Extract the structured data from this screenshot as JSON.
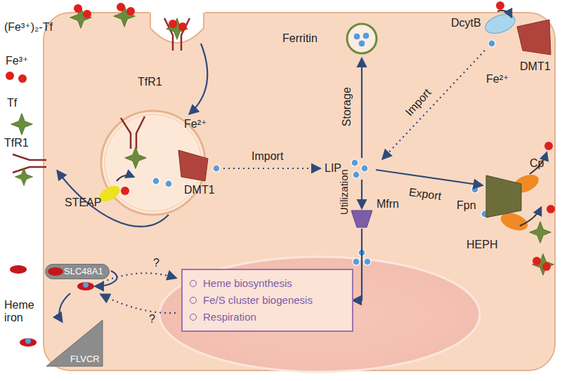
{
  "diagram": {
    "nodes": [
      {
        "text": [
          "Ferritin"
        ]
      },
      {
        "text": [
          "Mfrn"
        ]
      },
      {
        "text": [
          "Heme biosynthesis",
          "Fe/S cluster biogenesis",
          "Respiration"
        ]
      },
      {
        "text": [
          "SLC48A1"
        ]
      },
      {
        "text": [
          "FLVCR"
        ]
      }
    ],
    "edges": [
      {
        "from": 1,
        "to": 2,
        "arrow": "to"
      }
    ],
    "labels": [
      "(Fe³⁺)₂-Tf",
      "Fe³⁺",
      "Tf",
      "TfR1",
      "TfR1",
      "Fe²⁺",
      "STEAP",
      "DMT1",
      "Import",
      "LIP",
      "Storage",
      "Import",
      "DcytB",
      "DMT1",
      "Fe²⁺",
      "Export",
      "Fpn",
      "Cp",
      "HEPH",
      "Utilization",
      "?",
      "?",
      "Heme iron"
    ]
  }
}
